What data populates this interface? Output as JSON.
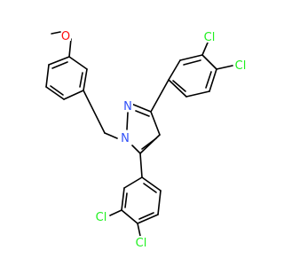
{
  "molecule": {
    "background": "#ffffff",
    "bond_color": "#000000",
    "atoms": [
      {
        "id": "O",
        "label": "O",
        "color": "#ff0d0d"
      },
      {
        "id": "N1",
        "label": "N",
        "color": "#3050f8"
      },
      {
        "id": "N2",
        "label": "N",
        "color": "#3050f8"
      },
      {
        "id": "Cl1",
        "label": "Cl",
        "color": "#1ff01f"
      },
      {
        "id": "Cl2",
        "label": "Cl",
        "color": "#1ff01f"
      },
      {
        "id": "Cl3",
        "label": "Cl",
        "color": "#1ff01f"
      },
      {
        "id": "Cl4",
        "label": "Cl",
        "color": "#1ff01f"
      }
    ]
  }
}
